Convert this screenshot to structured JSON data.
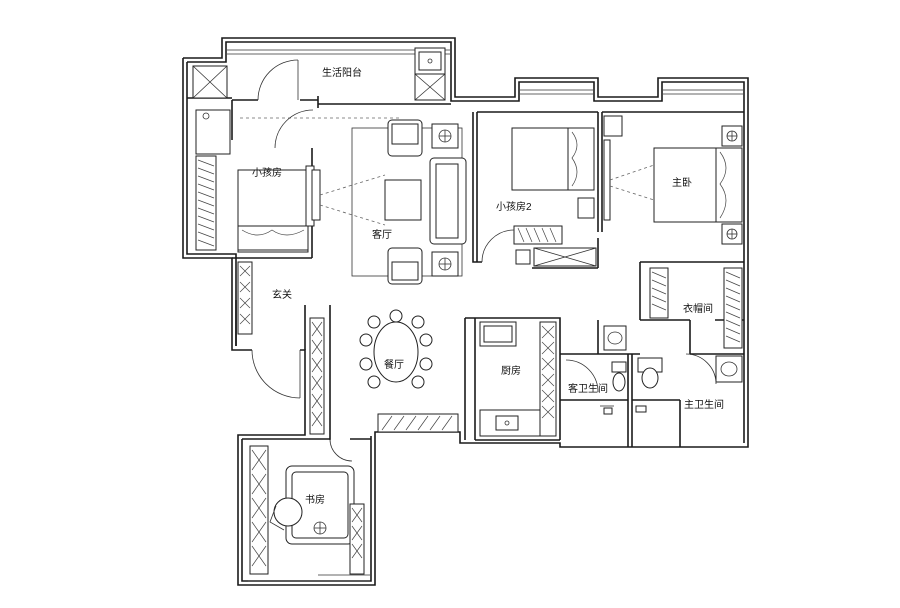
{
  "rooms": {
    "balcony": "生活阳台",
    "kids_room": "小孩房",
    "living_room": "客厅",
    "kids_room_2": "小孩房2",
    "master_bedroom": "主卧",
    "entrance": "玄关",
    "dining_room": "餐厅",
    "kitchen": "厨房",
    "walk_in_closet": "衣帽间",
    "guest_bathroom": "客卫生间",
    "master_bathroom": "主卫生间",
    "study": "书房"
  }
}
